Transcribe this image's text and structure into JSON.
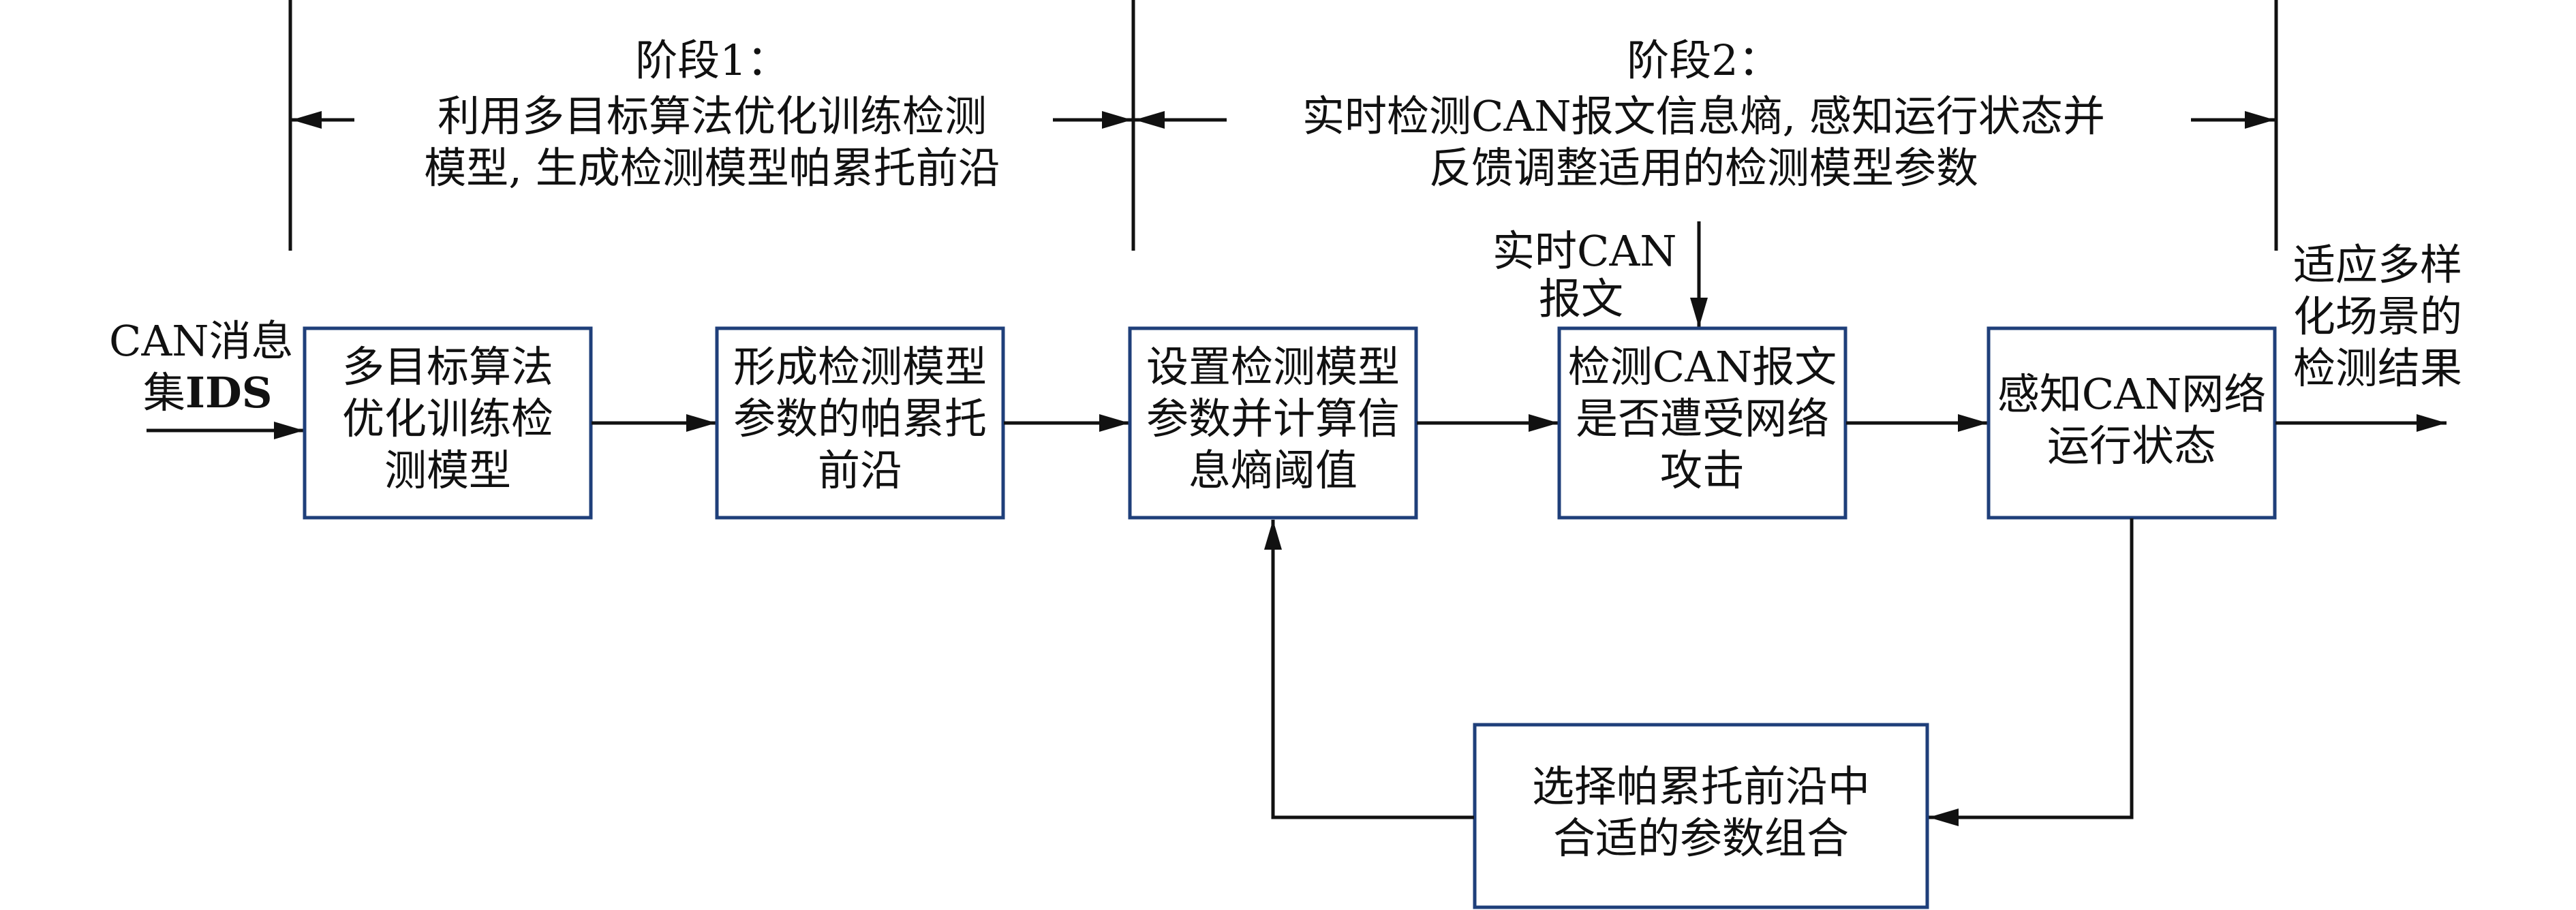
{
  "stage1": {
    "title": "阶段1：",
    "desc_line1": "利用多目标算法优化训练检测",
    "desc_line2": "模型, 生成检测模型帕累托前沿"
  },
  "stage2": {
    "title": "阶段2：",
    "desc_line1": "实时检测CAN报文信息熵, 感知运行状态并",
    "desc_line2": "反馈调整适用的检测模型参数"
  },
  "input": {
    "line1": "CAN消息",
    "line2_prefix": "集",
    "line2_bold": "IDS"
  },
  "realtime_input": {
    "line1": "实时CAN",
    "line2": "报文"
  },
  "output": {
    "line1": "适应多样",
    "line2": "化场景的",
    "line3": "检测结果"
  },
  "boxes": [
    {
      "lines": [
        "多目标算法",
        "优化训练检",
        "测模型"
      ]
    },
    {
      "lines": [
        "形成检测模型",
        "参数的帕累托",
        "前沿"
      ]
    },
    {
      "lines": [
        "设置检测模型",
        "参数并计算信",
        "息熵阈值"
      ]
    },
    {
      "lines": [
        "检测CAN报文",
        "是否遭受网络",
        "攻击"
      ]
    },
    {
      "lines": [
        "感知CAN网络",
        "运行状态"
      ]
    }
  ],
  "feedback_box": {
    "lines": [
      "选择帕累托前沿中",
      "合适的参数组合"
    ]
  }
}
